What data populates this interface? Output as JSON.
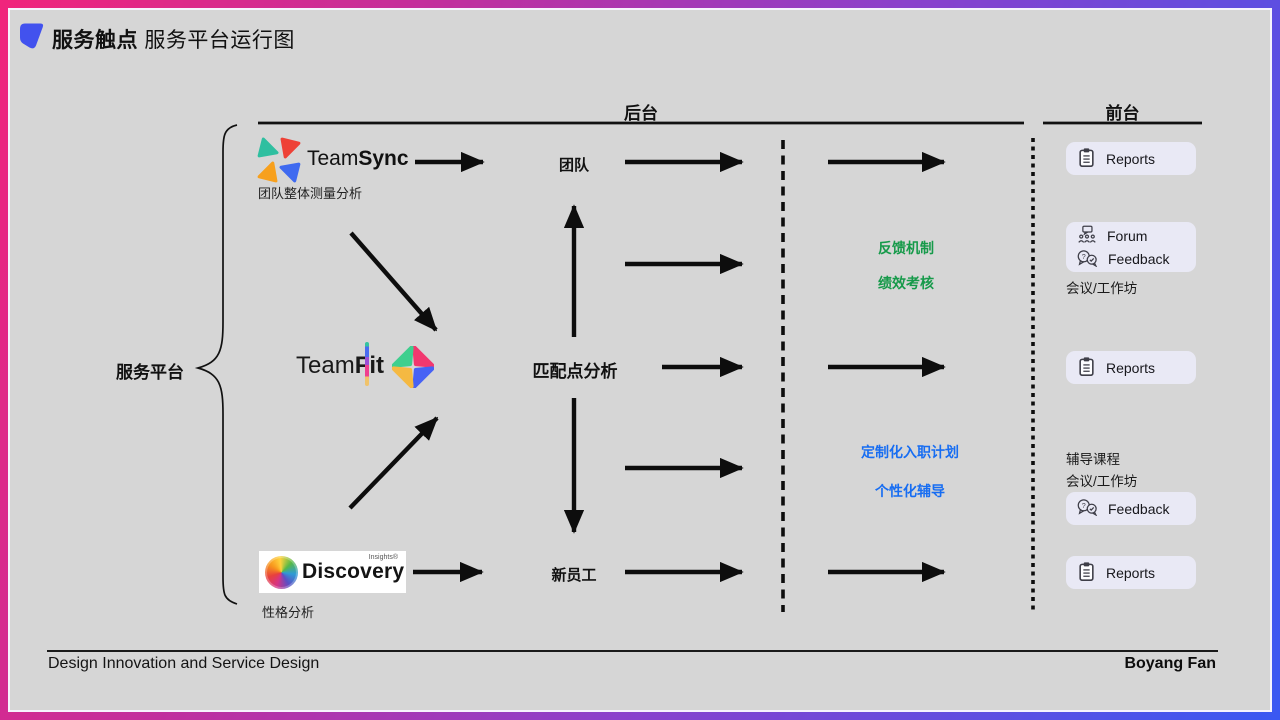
{
  "header": {
    "title_bold": "服务触点",
    "title_light": "服务平台运行图"
  },
  "columns": {
    "backstage": "后台",
    "frontstage": "前台"
  },
  "platform_group": {
    "label": "服务平台"
  },
  "tools": {
    "teamsync": {
      "name_a": "Team",
      "name_b": "Sync",
      "caption": "团队整体测量分析"
    },
    "teamfit": {
      "name_a": "Team",
      "name_b": "Fit"
    },
    "discovery": {
      "name": "Discovery",
      "trademark": "Insights®",
      "caption": "性格分析"
    }
  },
  "nodes": {
    "team": "团队",
    "matching": "匹配点分析",
    "newcomer": "新员工"
  },
  "notes": {
    "green": [
      "反馈机制",
      "绩效考核"
    ],
    "blue": [
      "定制化入职计划",
      "个性化辅导"
    ],
    "green_color": "#169a4a",
    "blue_color": "#176df2"
  },
  "frontstage": {
    "reports": "Reports",
    "forum": "Forum",
    "feedback": "Feedback",
    "workshop": "会议/工作坊",
    "coaching": "辅导课程"
  },
  "footer": {
    "left": "Design Innovation and Service Design",
    "right": "Boyang Fan"
  }
}
